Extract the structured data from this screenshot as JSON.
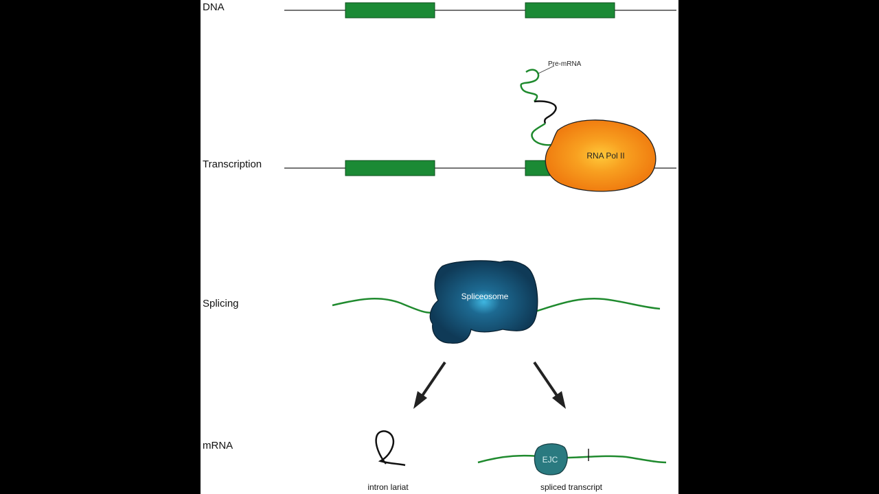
{
  "rows": {
    "dna": "DNA",
    "transcription": "Transcription",
    "splicing": "Splicing",
    "mrna": "mRNA"
  },
  "labels": {
    "pre_mrna": "Pre-mRNA",
    "rna_pol": "RNA Pol II",
    "spliceosome": "Spliceosome",
    "ejc": "EJC",
    "intron_lariat": "intron lariat",
    "spliced_transcript": "spliced transcript"
  },
  "colors": {
    "exon": "#1b8a35",
    "rna_green": "#1f8a2e",
    "pol_orange": "#f07d10",
    "spliceosome_navy": "#0f3a57",
    "ejc_teal": "#2a7a80",
    "background": "#000000"
  }
}
